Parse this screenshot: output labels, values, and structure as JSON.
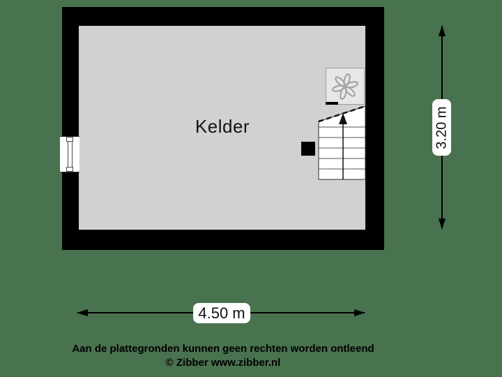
{
  "floorplan": {
    "room_label": "Kelder",
    "dimension_height": "3.20 m",
    "dimension_width": "4.50 m"
  },
  "footer": {
    "disclaimer": "Aan de plattegronden kunnen geen rechten worden ontleend",
    "copyright": "© Zibber www.zibber.nl"
  },
  "icons": {
    "fan": "fan-icon",
    "stairs": "staircase-icon",
    "window": "window-icon",
    "chimney": "chimney-icon",
    "arrow_vertical": "vertical-dimension-arrow",
    "arrow_horizontal": "horizontal-dimension-arrow"
  },
  "colors": {
    "background": "#49724f",
    "wall": "#000000",
    "floor": "#d1d1d1",
    "fixture_fill": "#e7e7e7",
    "label_box": "#ffffff",
    "text": "#111111"
  }
}
